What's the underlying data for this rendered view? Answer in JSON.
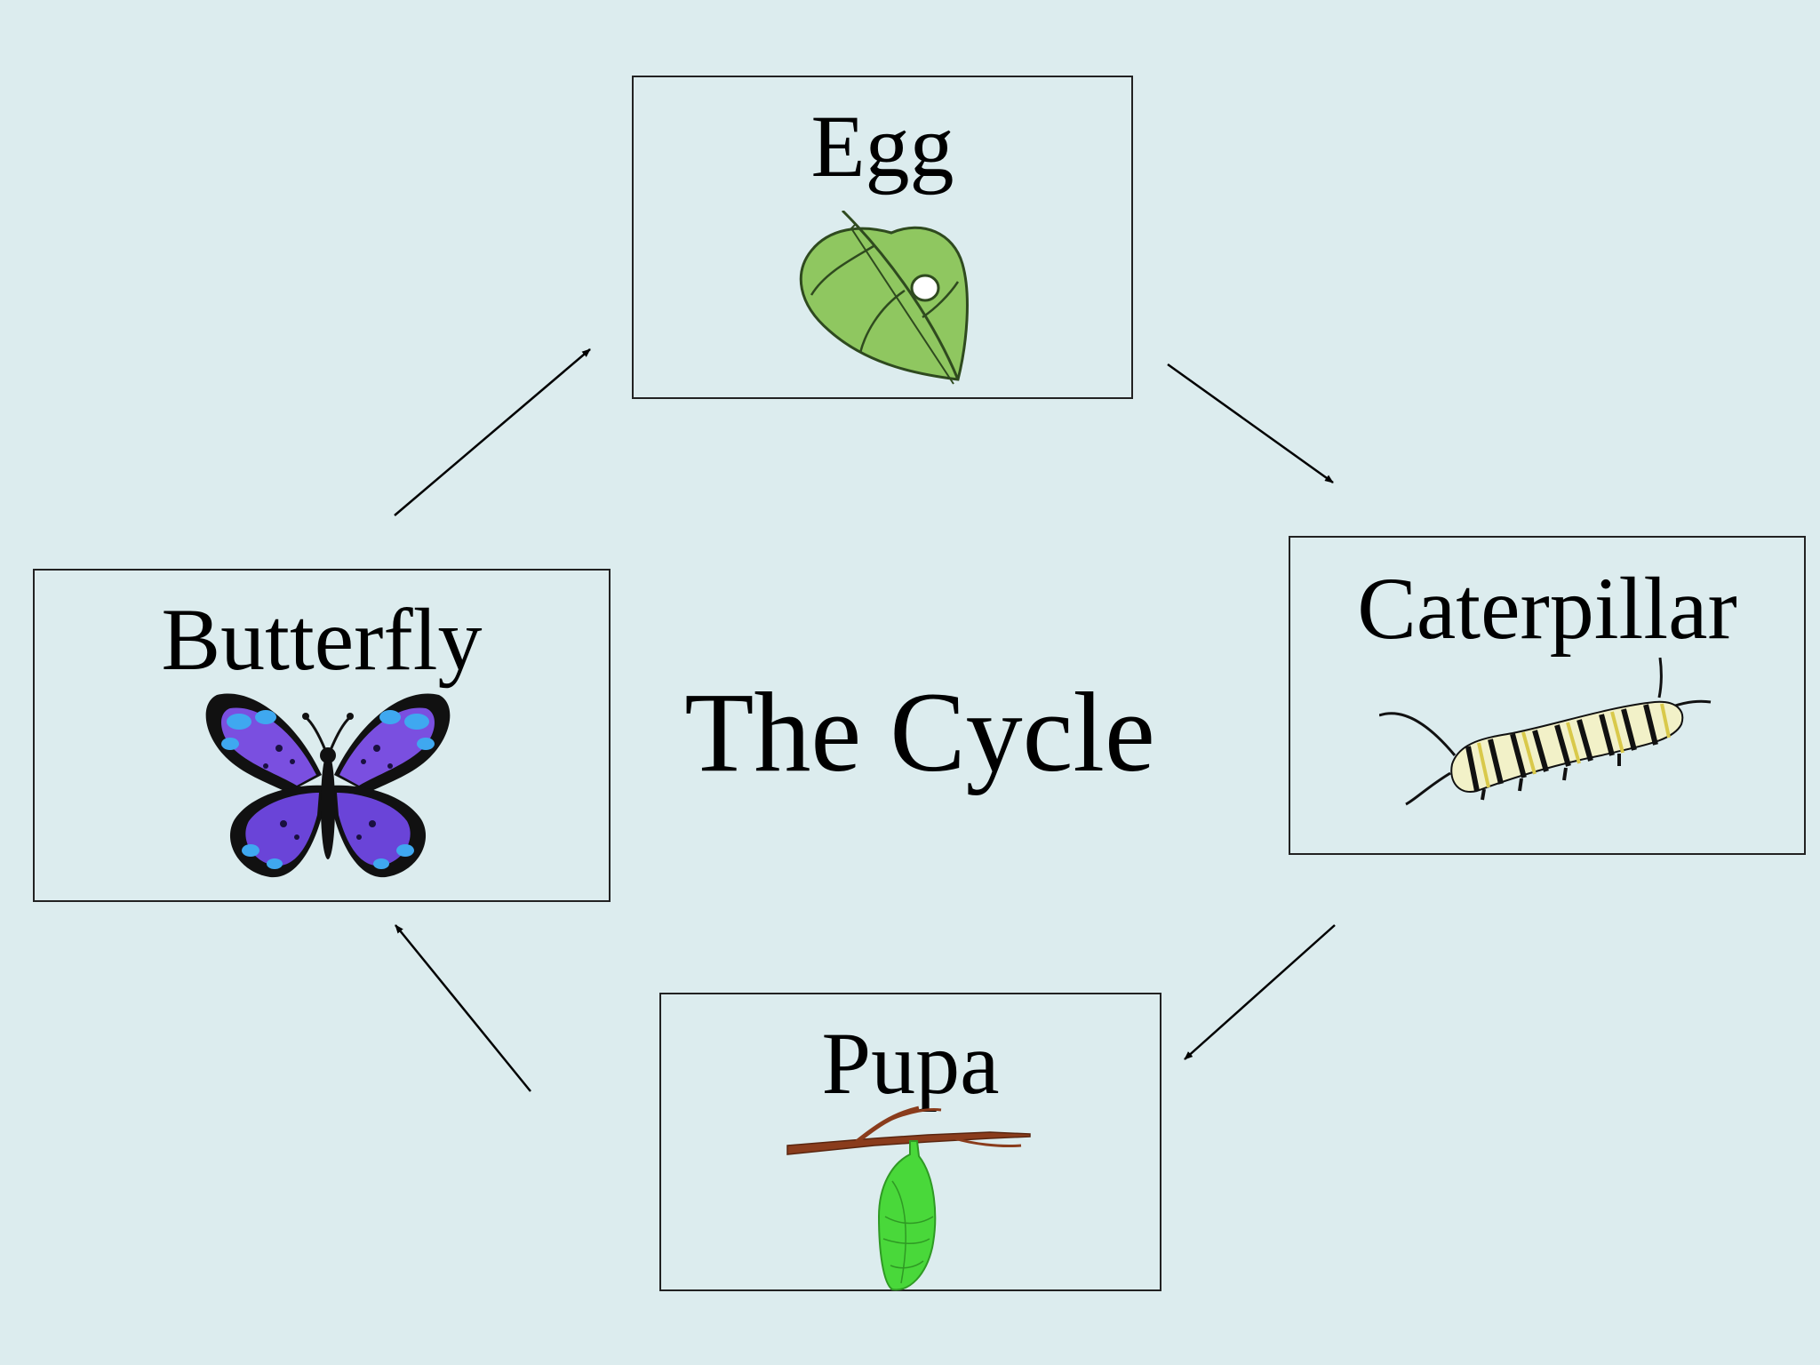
{
  "title": "The Cycle",
  "stages": {
    "egg": {
      "label": "Egg",
      "icon": "leaf-egg-icon"
    },
    "caterpillar": {
      "label": "Caterpillar",
      "icon": "caterpillar-icon"
    },
    "pupa": {
      "label": "Pupa",
      "icon": "chrysalis-icon"
    },
    "butterfly": {
      "label": "Butterfly",
      "icon": "butterfly-icon"
    }
  },
  "colors": {
    "background": "#dcecee",
    "leaf": "#8fc760",
    "butterfly_wing": "#7a4fe0",
    "butterfly_accent": "#3fa8f0",
    "chrysalis": "#49d83a",
    "branch": "#8a3c1c"
  }
}
